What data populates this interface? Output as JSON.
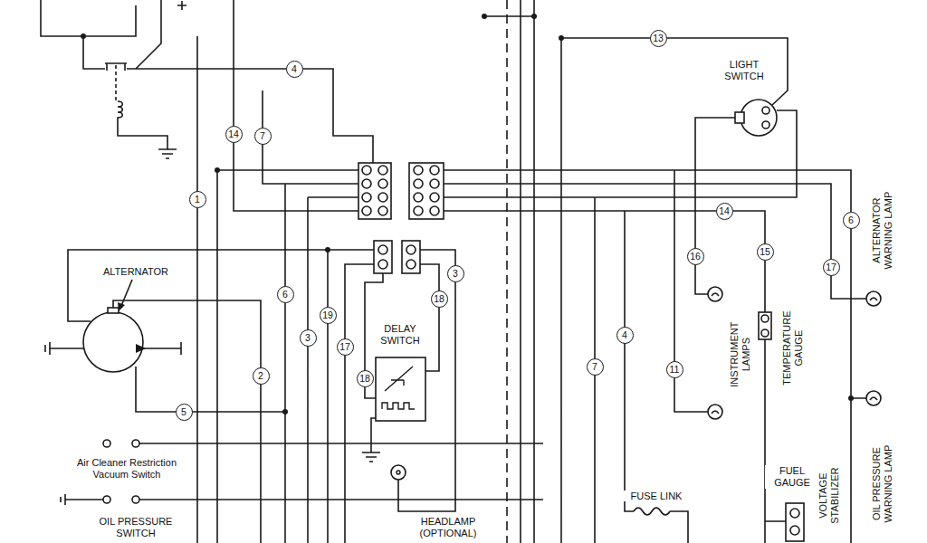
{
  "diagram": {
    "labels": [
      "13",
      "LIGHT SWITCH",
      "4",
      "14",
      "7",
      "1",
      "ALTERNATOR",
      "6",
      "19",
      "3",
      "17",
      "18",
      "2",
      "5",
      "3",
      "18",
      "DELAY SWITCH",
      "7",
      "4",
      "11",
      "16",
      "15",
      "14",
      "6",
      "17",
      "INSTRUMENT LAMPS",
      "TEMPERATURE GAUGE",
      "ALTERNATOR WARNING LAMP",
      "Air Cleaner Restriction Vacuum Switch",
      "OIL PRESSURE SWITCH",
      "HEADLAMP (OPTIONAL)",
      "FUSE LINK",
      "FUEL GAUGE",
      "VOLTAGE STABILIZER",
      "OIL PRESSURE WARNING LAMP"
    ]
  }
}
